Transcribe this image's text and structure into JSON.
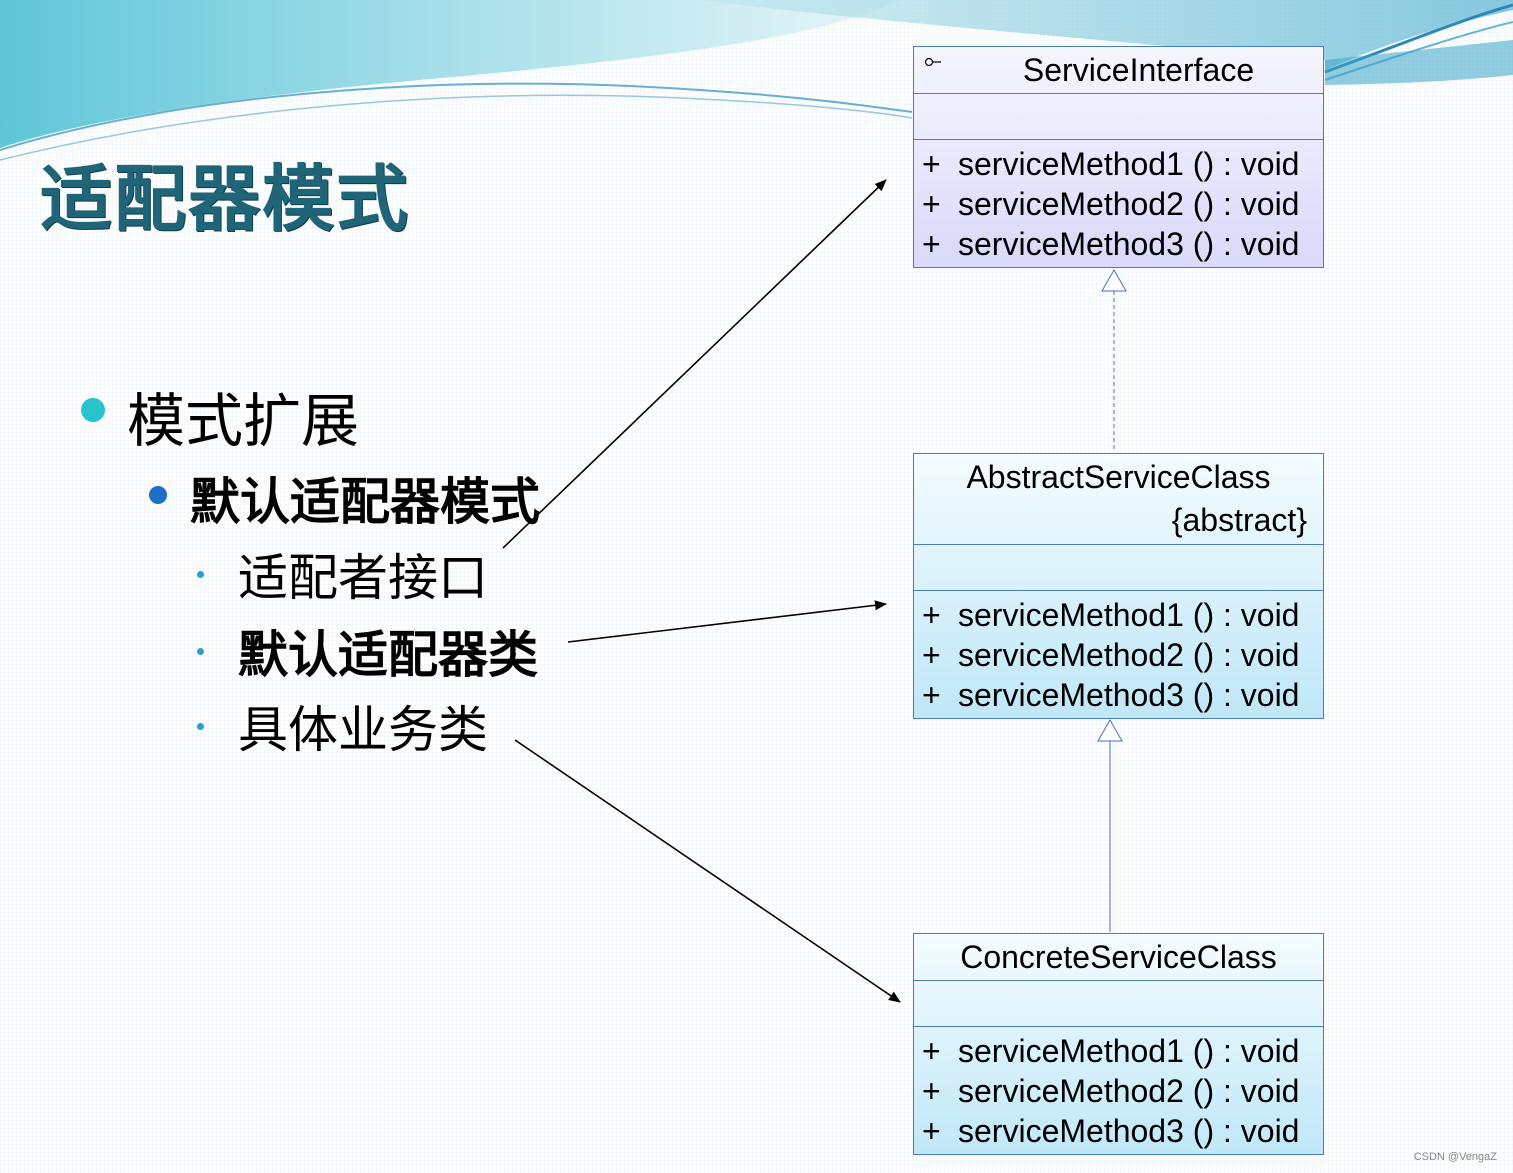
{
  "slide": {
    "title": "适配器模式",
    "bullets": {
      "level1": "模式扩展",
      "level2": "默认适配器模式",
      "level3": [
        "适配者接口",
        "默认适配器类",
        "具体业务类"
      ]
    }
  },
  "uml": {
    "interface": {
      "name": "ServiceInterface",
      "ops": [
        {
          "vis": "+",
          "sig": "serviceMethod1 () : void"
        },
        {
          "vis": "+",
          "sig": "serviceMethod2 () : void"
        },
        {
          "vis": "+",
          "sig": "serviceMethod3 () : void"
        }
      ]
    },
    "abstract_class": {
      "name": "AbstractServiceClass",
      "stereotype": "{abstract}",
      "ops": [
        {
          "vis": "+",
          "sig": "serviceMethod1 () : void"
        },
        {
          "vis": "+",
          "sig": "serviceMethod2 () : void"
        },
        {
          "vis": "+",
          "sig": "serviceMethod3 () : void"
        }
      ]
    },
    "concrete_class": {
      "name": "ConcreteServiceClass",
      "ops": [
        {
          "vis": "+",
          "sig": "serviceMethod1 () : void"
        },
        {
          "vis": "+",
          "sig": "serviceMethod2 () : void"
        },
        {
          "vis": "+",
          "sig": "serviceMethod3 () : void"
        }
      ]
    }
  },
  "watermark": "CSDN @VengaZ",
  "colors": {
    "title": "#1f6577",
    "bullet_l1": "#27c3cf",
    "bullet_l2": "#1f6fc4",
    "bullet_l3": "#2aa0d0",
    "uml_border": "#4a7fbf"
  }
}
